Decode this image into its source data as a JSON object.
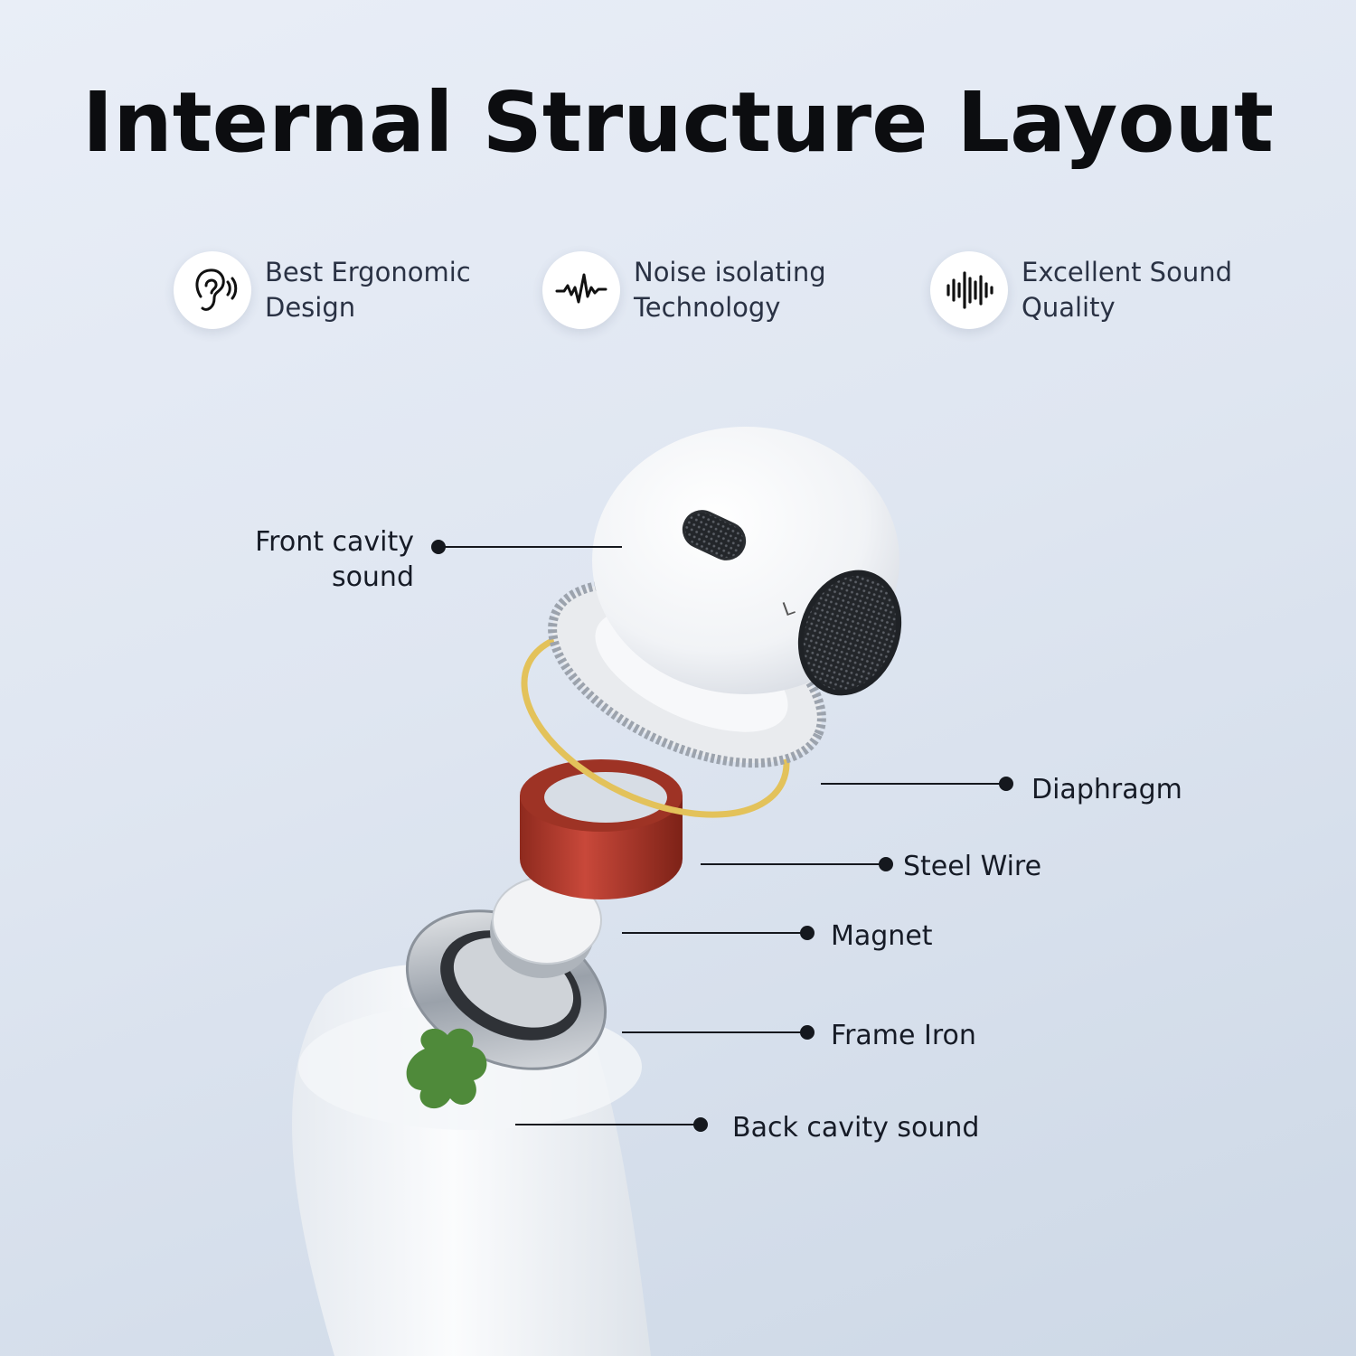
{
  "title": "Internal Structure Layout",
  "features": [
    {
      "icon": "ear-icon",
      "line1": "Best Ergonomic",
      "line2": "Design"
    },
    {
      "icon": "pulse-wave-icon",
      "line1": "Noise isolating",
      "line2": "Technology"
    },
    {
      "icon": "sound-wave-icon",
      "line1": "Excellent Sound",
      "line2": "Quality"
    }
  ],
  "labels": {
    "front_cavity_line1": "Front cavity",
    "front_cavity_line2": "sound",
    "diaphragm": "Diaphragm",
    "steel_wire": "Steel Wire",
    "magnet": "Magnet",
    "frame_iron": "Frame Iron",
    "back_cavity": "Back cavity sound"
  },
  "earbud_side_mark": "L",
  "colors": {
    "coil": "#b83a2a",
    "ring": "#e3c25a",
    "pad": "#4f8a3a"
  }
}
